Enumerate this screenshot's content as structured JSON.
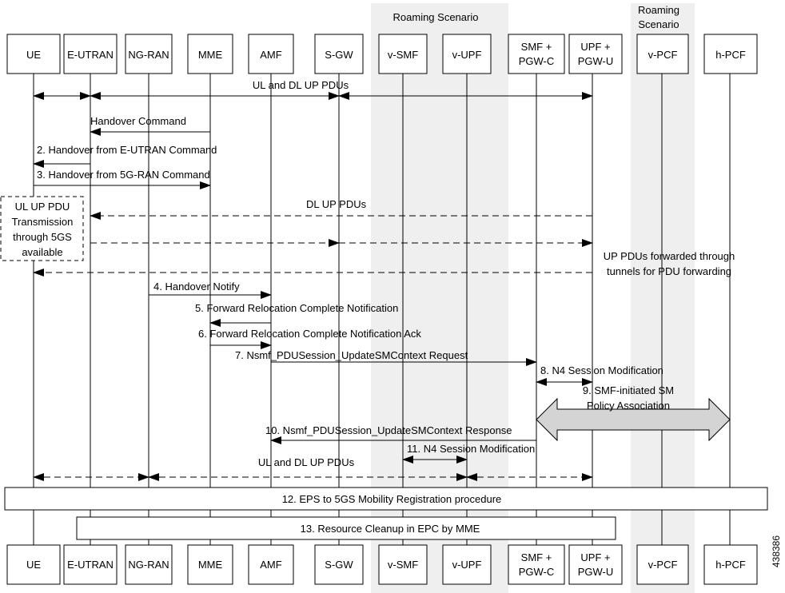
{
  "roaming_labels": {
    "center": "Roaming Scenario",
    "right_line1": "Roaming",
    "right_line2": "Scenario"
  },
  "entities": [
    {
      "id": "ue",
      "lines": [
        "UE"
      ]
    },
    {
      "id": "eutran",
      "lines": [
        "E-UTRAN"
      ]
    },
    {
      "id": "ngran",
      "lines": [
        "NG-RAN"
      ]
    },
    {
      "id": "mme",
      "lines": [
        "MME"
      ]
    },
    {
      "id": "amf",
      "lines": [
        "AMF"
      ]
    },
    {
      "id": "sgw",
      "lines": [
        "S-GW"
      ]
    },
    {
      "id": "vsmf",
      "lines": [
        "v-SMF"
      ]
    },
    {
      "id": "vupf",
      "lines": [
        "v-UPF"
      ]
    },
    {
      "id": "smf",
      "lines": [
        "SMF +",
        "PGW-C"
      ]
    },
    {
      "id": "upf",
      "lines": [
        "UPF +",
        "PGW-U"
      ]
    },
    {
      "id": "vpcf",
      "lines": [
        "v-PCF"
      ]
    },
    {
      "id": "hpcf",
      "lines": [
        "h-PCF"
      ]
    }
  ],
  "messages": [
    {
      "label": "UL and DL UP PDUs"
    },
    {
      "label": "Handover Command"
    },
    {
      "label": "2. Handover from E-UTRAN Command"
    },
    {
      "label": "3. Handover from 5G-RAN Command"
    },
    {
      "label": "DL UP PDUs"
    },
    {
      "label": "UP PDUs forwarded through"
    },
    {
      "label": "tunnels for PDU forwarding"
    },
    {
      "label": "4. Handover Notify"
    },
    {
      "label": "5. Forward Relocation Complete Notification"
    },
    {
      "label": "6. Forward Relocation Complete Notification Ack"
    },
    {
      "label": "7. Nsmf_PDUSession_UpdateSMContext Request"
    },
    {
      "label": "8. N4 Session Modification"
    },
    {
      "label": "9. SMF-initiated SM"
    },
    {
      "label": "Policy Association"
    },
    {
      "label": "10. Nsmf_PDUSession_UpdateSMContext Response"
    },
    {
      "label": "11. N4 Session Modification"
    },
    {
      "label": "UL and DL UP PDUs"
    }
  ],
  "ue_note": [
    "UL UP PDU",
    "Transmission",
    "through 5GS",
    "available"
  ],
  "procedures": [
    {
      "label": "12. EPS to 5GS Mobility Registration procedure"
    },
    {
      "label": "13. Resource Cleanup in EPC by MME"
    }
  ],
  "figure_id": "438386"
}
